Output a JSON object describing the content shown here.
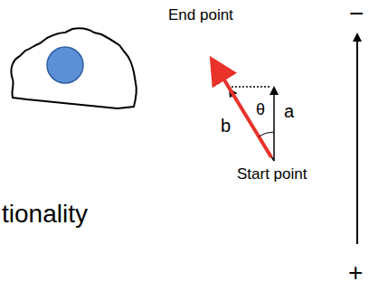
{
  "diagram": {
    "labels": [
      "End point",
      "Start point",
      "θ",
      "a",
      "b",
      "tionality",
      "−",
      "+"
    ]
  }
}
